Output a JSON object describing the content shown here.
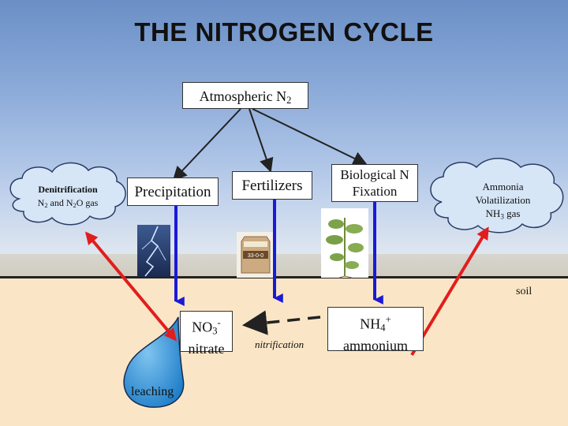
{
  "title": "THE NITROGEN CYCLE",
  "atmospheric": {
    "text": "Atmospheric N",
    "sub": "2"
  },
  "precipitation": "Precipitation",
  "fertilizers": "Fertilizers",
  "fertilizer_bag_label": "33-0-0",
  "biological": {
    "line1": "Biological N",
    "line2": "Fixation"
  },
  "denitrification": {
    "heading": "Denitrification",
    "line2_a": "N",
    "line2_sub1": "2",
    "line2_b": " and N",
    "line2_sub2": "2",
    "line2_c": "O gas"
  },
  "ammonia_volatilization": {
    "line1": "Ammonia",
    "line2": "Volatilization",
    "line3_a": "NH",
    "line3_sub": "3",
    "line3_b": " gas"
  },
  "soil": "soil",
  "nitrate": {
    "line1_a": "NO",
    "line1_sub": "3",
    "line1_sup": "-",
    "line2": "nitrate"
  },
  "ammonium": {
    "line1_a": "NH",
    "line1_sub": "4",
    "line1_sup": "+",
    "line2": "ammonium"
  },
  "nitrification": "nitrification",
  "leaching": "leaching",
  "colors": {
    "arrow_dark": "#222222",
    "arrow_blue": "#1a1ad6",
    "arrow_red": "#e21d1d",
    "leaching_fill": "#1e8ed8",
    "cloud_fill": "#d6e6f7",
    "cloud_stroke": "#2a3d66"
  }
}
